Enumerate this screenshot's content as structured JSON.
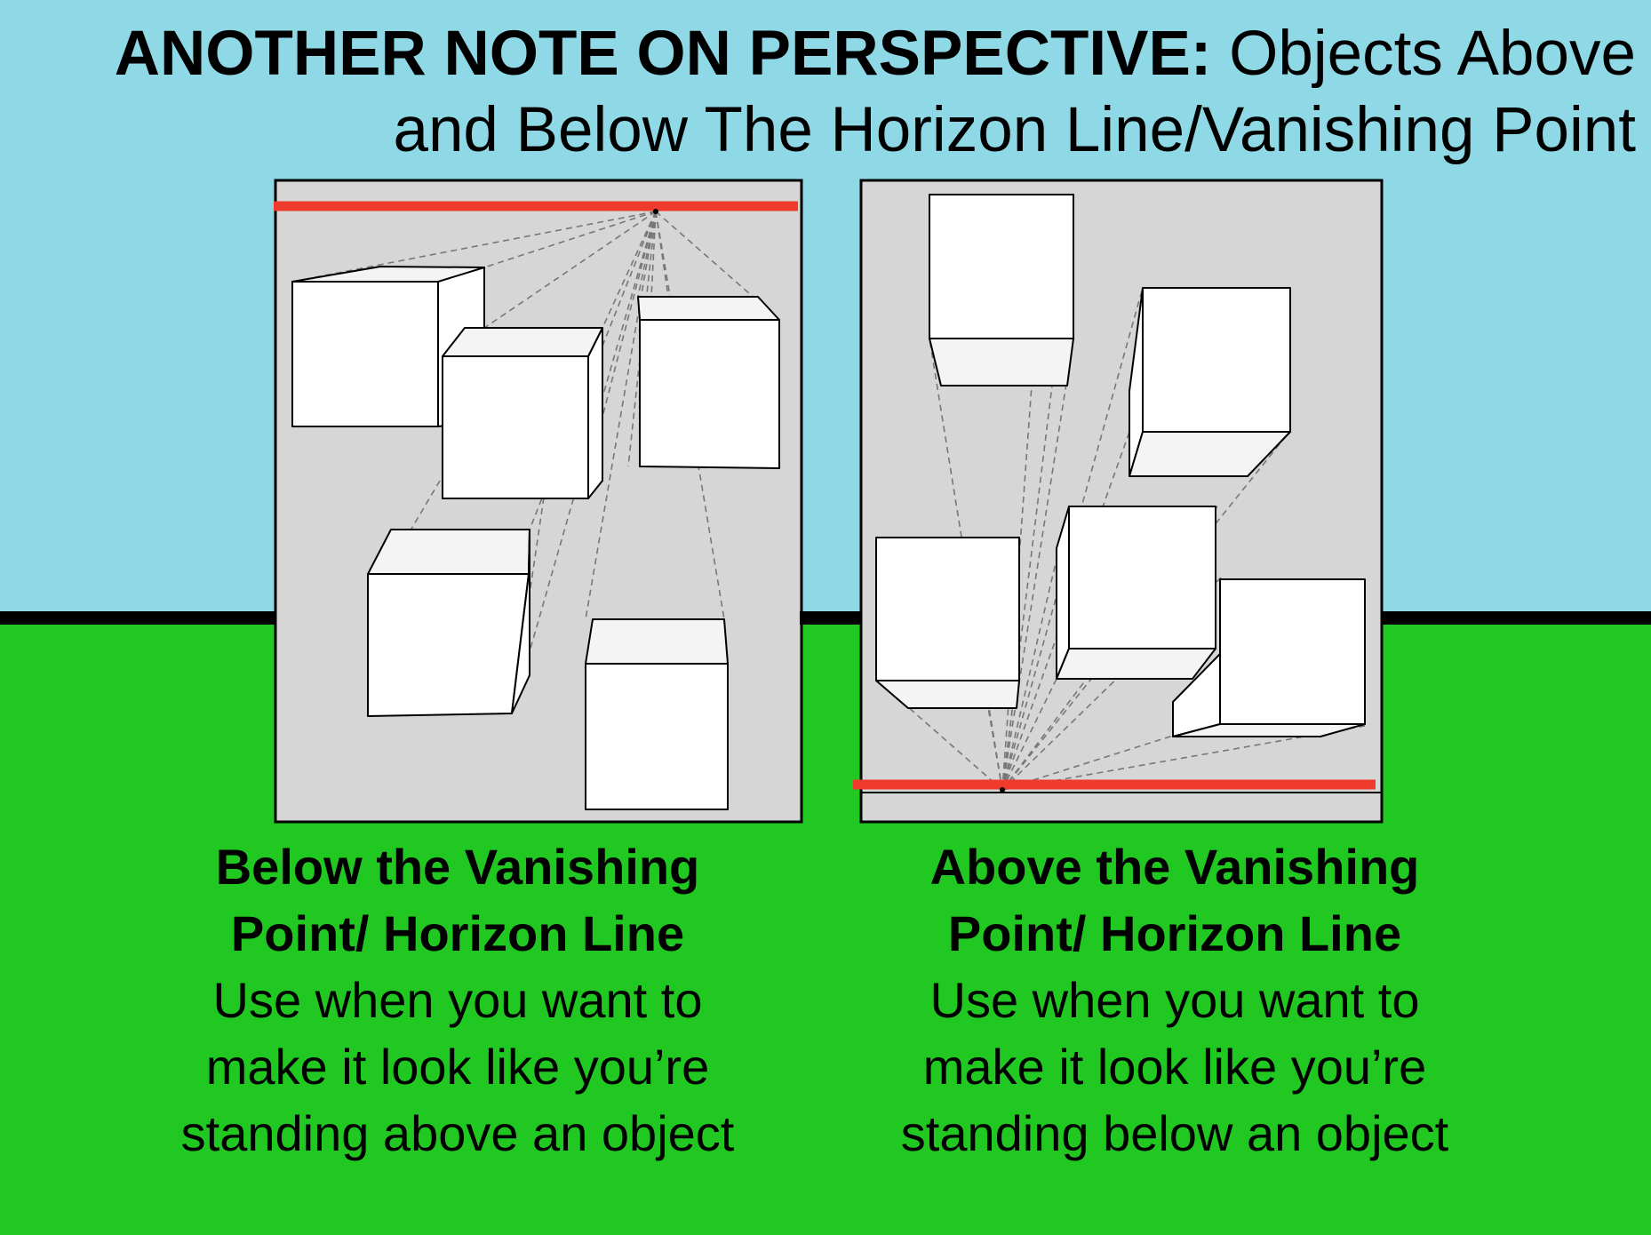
{
  "title": {
    "bold": "ANOTHER NOTE ON PERSPECTIVE:",
    "line1_rest": "Objects Above",
    "line2": "and Below The Horizon Line/Vanishing Point"
  },
  "captions": [
    {
      "heading_line1": "Below the Vanishing",
      "heading_line2": "Point/ Horizon Line",
      "body_line1": "Use when you want to",
      "body_line2": "make it look like you’re",
      "body_line3": "standing above an object"
    },
    {
      "heading_line1": "Above the Vanishing",
      "heading_line2": "Point/ Horizon Line",
      "body_line1": "Use when you want to",
      "body_line2": "make it look like you’re",
      "body_line3": "standing below an object"
    }
  ],
  "colors": {
    "sky": "#8fd9e6",
    "ground": "#22c822",
    "panel": "#d6d6d6",
    "horizon_line": "#ee3b2c",
    "cube_face": "#ffffff",
    "outline": "#000000"
  }
}
